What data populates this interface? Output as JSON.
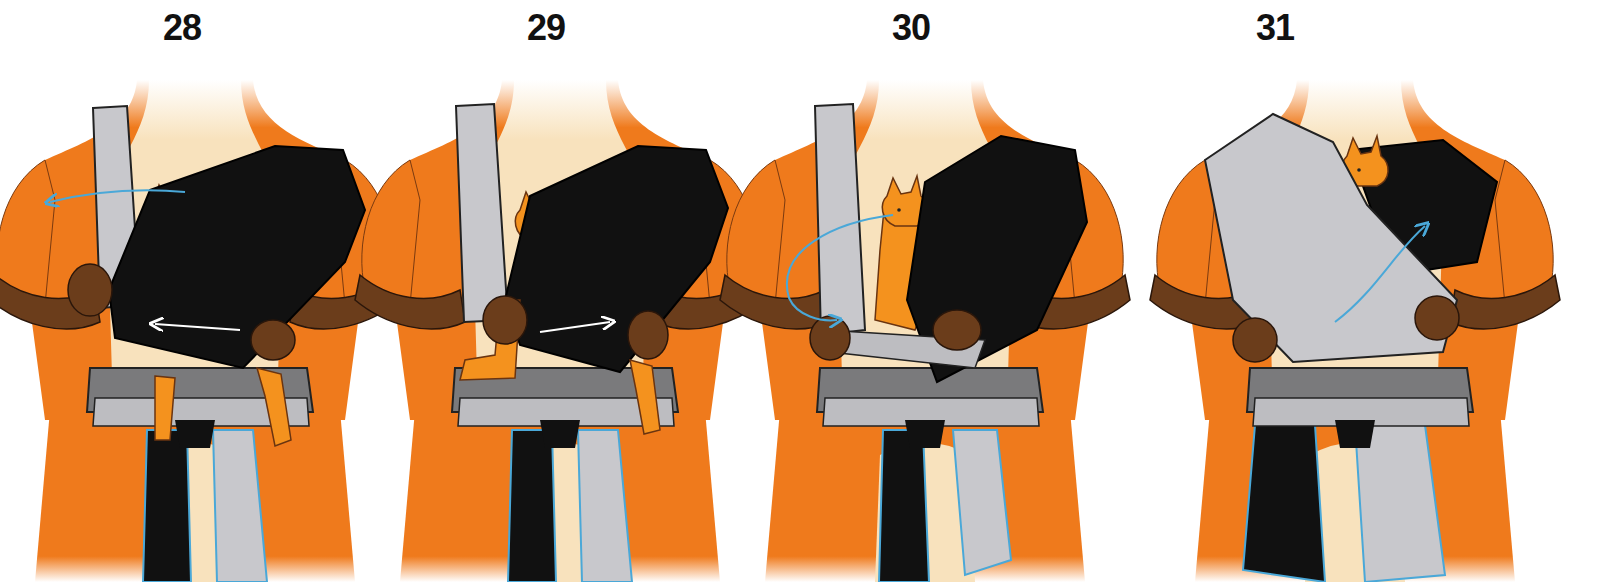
{
  "diagram": {
    "labels": [
      "28",
      "29",
      "30",
      "31"
    ]
  }
}
